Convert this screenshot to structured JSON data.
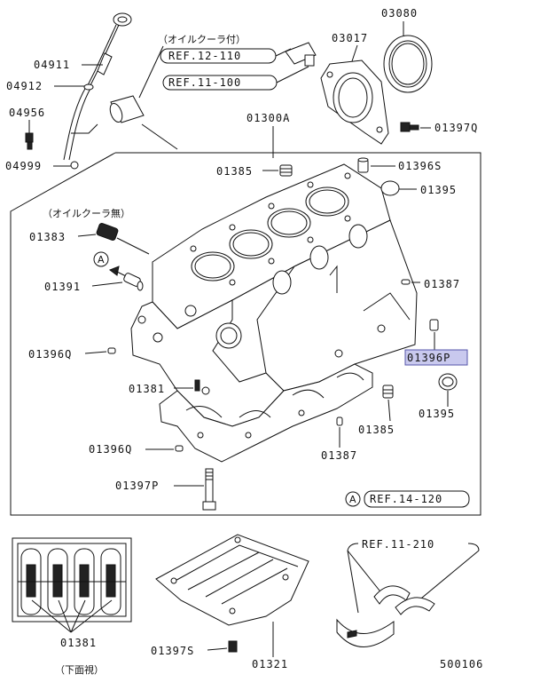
{
  "parts": {
    "p03080": "03080",
    "p03017": "03017",
    "p01397Q_top": "01397Q",
    "p04911": "04911",
    "p04912": "04912",
    "p04956": "04956",
    "p04999": "04999",
    "p01300A": "01300A",
    "p01385_top": "01385",
    "p01396S": "01396S",
    "p01395_top": "01395",
    "p01383": "01383",
    "p01391": "01391",
    "p01387_right": "01387",
    "p01396P": "01396P",
    "p01396Q_left": "01396Q",
    "p01381": "01381",
    "p01395_bottom": "01395",
    "p01385_bottom": "01385",
    "p01396Q_bottom": "01396Q",
    "p01387_bottom": "01387",
    "p01397P": "01397P",
    "p01381_bottomview": "01381",
    "p01397S": "01397S",
    "p01321": "01321"
  },
  "notes": {
    "oil_cooler_with": "（オイルクーラ付）",
    "ref_12_110": "REF.12-110",
    "ref_11_100": "REF.11-100",
    "oil_cooler_without": "（オイルクーラ無）",
    "ref_a_marker": "A",
    "ref_a_bottom": "A",
    "ref_14_120": "REF.14-120",
    "ref_11_210": "REF.11-210",
    "bottom_view": "（下面視）",
    "diagram_number": "500106"
  },
  "highlight_color": "#c9c9ee"
}
